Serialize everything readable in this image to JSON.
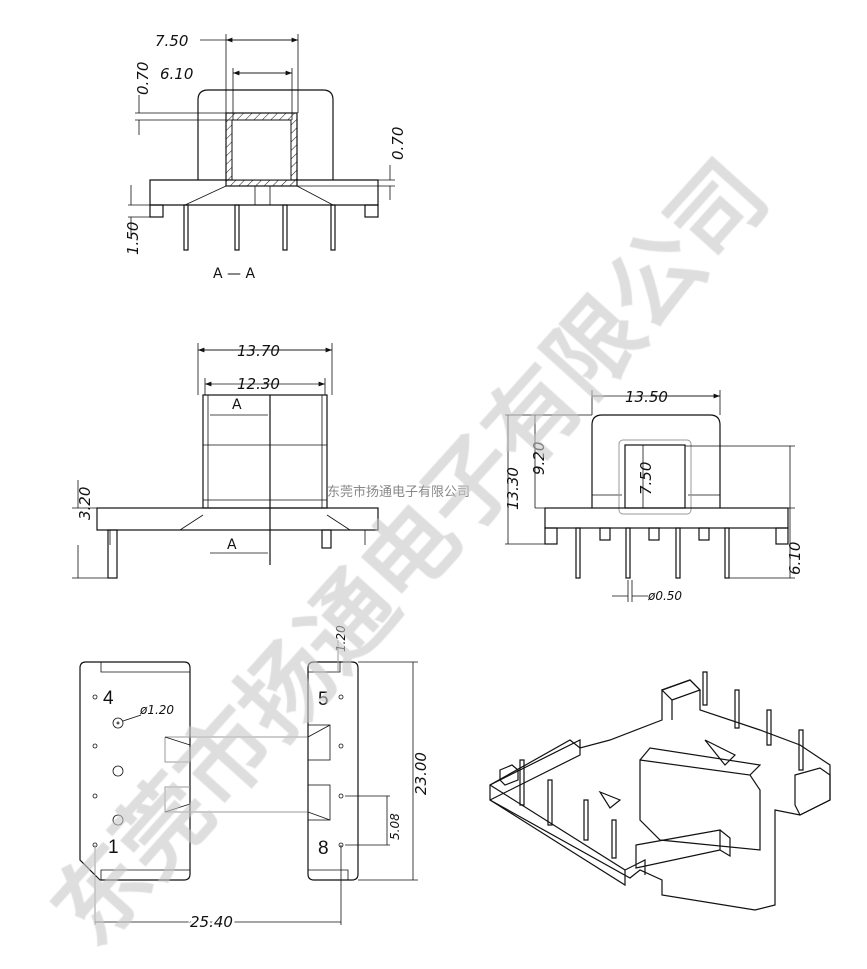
{
  "section_view": {
    "dims": {
      "outer_width": "7.50",
      "inner_width": "6.10",
      "wall_top": "0.70",
      "wall_bottom": "0.70",
      "flange": "1.50"
    },
    "section_label": "A — A"
  },
  "front_view": {
    "dims": {
      "outer_width": "13.70",
      "inner_width": "12.30",
      "flange_height": "3.20"
    },
    "cut_label_top": "A",
    "cut_label_bottom": "A"
  },
  "side_view": {
    "dims": {
      "width": "13.50",
      "total_height": "13.30",
      "body_height": "9.20",
      "window": "7.50",
      "pin_length": "6.10",
      "pin_diameter": "ø0.50"
    }
  },
  "bottom_view": {
    "pins": {
      "p4": "4",
      "p1": "1",
      "p5": "5",
      "p8": "8"
    },
    "dims": {
      "hole": "ø1.20",
      "top_offset": "1.20",
      "length": "23.00",
      "pitch": "5.08",
      "row_spacing": "25.40"
    }
  },
  "watermark": {
    "large": "东莞市扬通电子有限公司",
    "small": "东莞市扬通电子有限公司"
  }
}
